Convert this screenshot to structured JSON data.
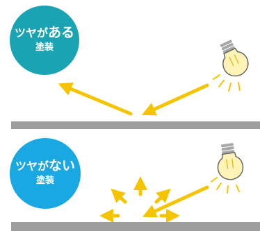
{
  "colors": {
    "glossy_circle": "#1aa3b2",
    "matte_circle": "#1aa8e3",
    "arrow": "#f5c400",
    "surface": "#9e9e9e",
    "bulb_glass": "#fff3b8",
    "bulb_base": "#a7a7a7"
  },
  "glossy": {
    "title_prefix": "ツヤが",
    "title_kana": "ある",
    "subtitle": "塗装"
  },
  "matte": {
    "title_prefix": "ツヤが",
    "title_kana": "ない",
    "subtitle": "塗装"
  },
  "icons": [
    "light-bulb-icon",
    "light-bulb-icon"
  ]
}
